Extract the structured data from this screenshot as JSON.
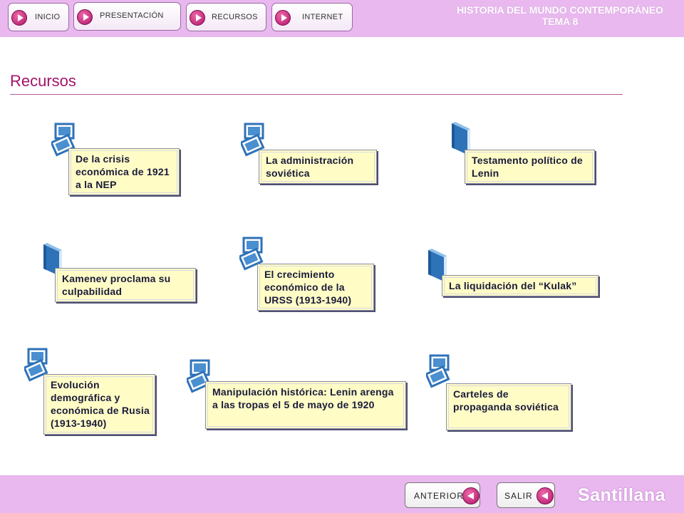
{
  "nav": {
    "inicio": "INICIO",
    "presentacion": "PRESENTACIÓN",
    "recursos": "RECURSOS",
    "internet": "INTERNET"
  },
  "header": {
    "line1": "HISTORIA DEL MUNDO CONTEMPORÁNEO",
    "line2": "TEMA 8"
  },
  "page": {
    "title": "Recursos"
  },
  "resources": [
    {
      "label": "De la crisis económica de 1921 a la NEP",
      "icon": "image-icon"
    },
    {
      "label": "La administración soviética",
      "icon": "image-icon"
    },
    {
      "label": "Testamento político de Lenin",
      "icon": "book-icon"
    },
    {
      "label": "Kamenev proclama su culpabilidad",
      "icon": "book-icon"
    },
    {
      "label": "El crecimiento económico de la URSS (1913-1940)",
      "icon": "image-icon"
    },
    {
      "label": "La liquidación del “Kulak”",
      "icon": "book-icon"
    },
    {
      "label": "Evolución demográfica y económica de Rusia (1913-1940)",
      "icon": "image-icon"
    },
    {
      "label": "Manipulación histórica: Lenin arenga a las tropas el 5 de mayo de 1920",
      "icon": "image-icon"
    },
    {
      "label": "Carteles de propaganda soviética",
      "icon": "image-icon"
    }
  ],
  "footer": {
    "anterior": "ANTERIOR",
    "salir": "SALIR",
    "brand": "Santillana"
  },
  "colors": {
    "bar": "#e8b8ee",
    "accent": "#a4136a",
    "box_fill": "#fffcc6",
    "icon_blue": "#2e72b8"
  }
}
